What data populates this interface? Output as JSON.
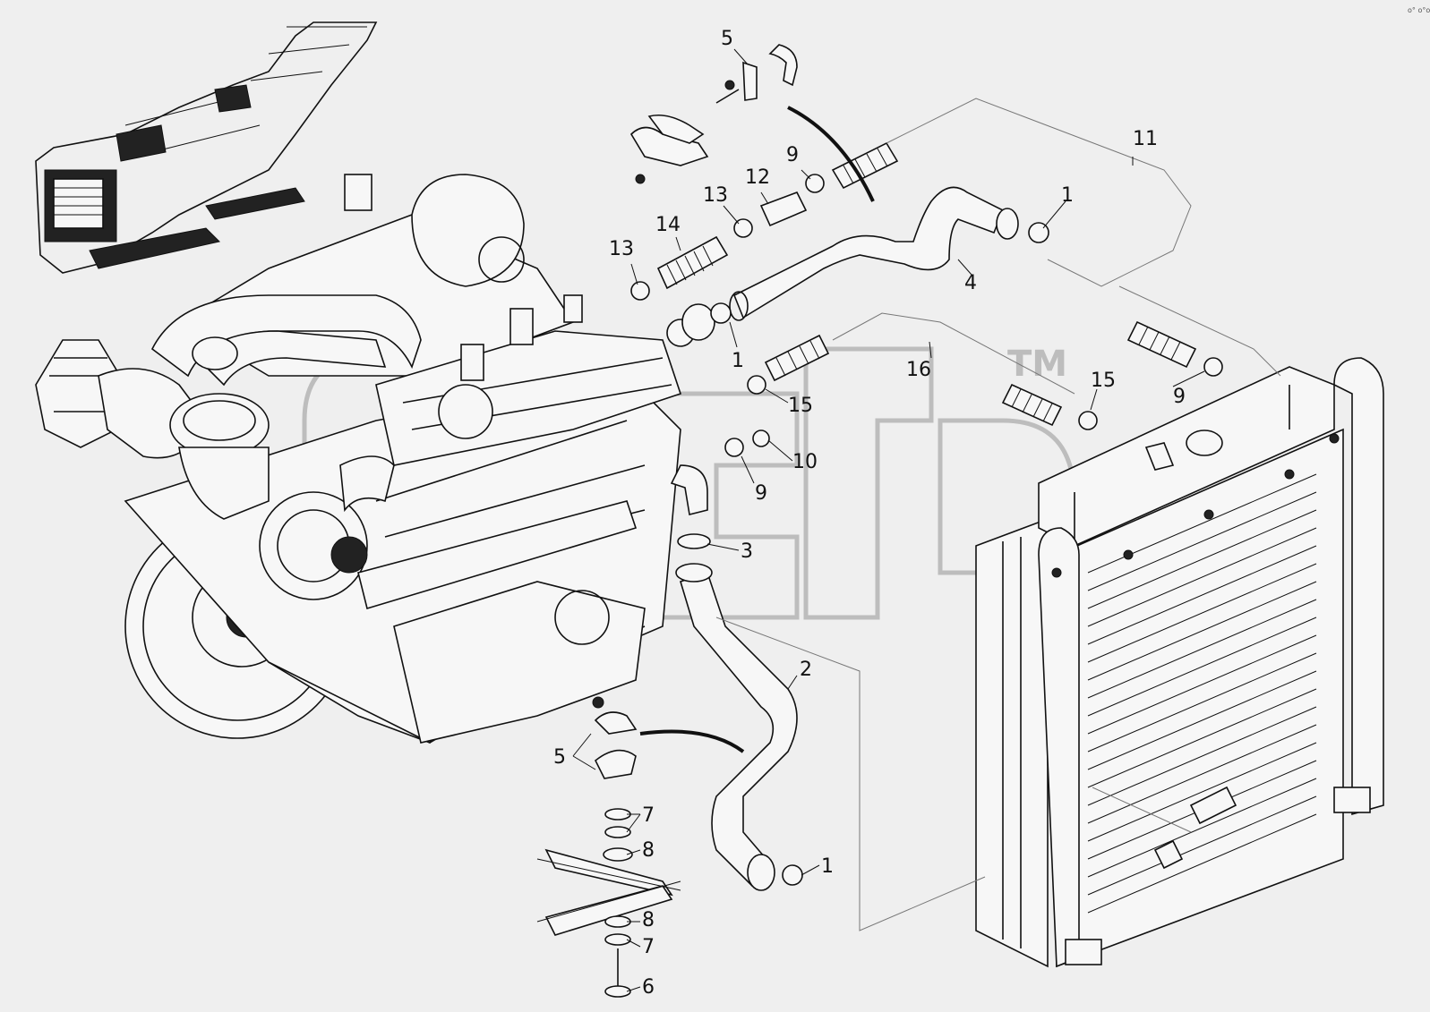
{
  "diagram": {
    "callouts": [
      {
        "id": "c5a",
        "text": "5"
      },
      {
        "id": "c11",
        "text": "11"
      },
      {
        "id": "c9a",
        "text": "9"
      },
      {
        "id": "c12",
        "text": "12"
      },
      {
        "id": "c1a",
        "text": "1"
      },
      {
        "id": "c13a",
        "text": "13"
      },
      {
        "id": "c14",
        "text": "14"
      },
      {
        "id": "c13b",
        "text": "13"
      },
      {
        "id": "c4",
        "text": "4"
      },
      {
        "id": "c1b",
        "text": "1"
      },
      {
        "id": "c16",
        "text": "16"
      },
      {
        "id": "c15a",
        "text": "15"
      },
      {
        "id": "c15b",
        "text": "15"
      },
      {
        "id": "c9b",
        "text": "9"
      },
      {
        "id": "c10",
        "text": "10"
      },
      {
        "id": "c9c",
        "text": "9"
      },
      {
        "id": "c3",
        "text": "3"
      },
      {
        "id": "c2",
        "text": "2"
      },
      {
        "id": "c5b",
        "text": "5"
      },
      {
        "id": "c7a",
        "text": "7"
      },
      {
        "id": "c8a",
        "text": "8"
      },
      {
        "id": "c1c",
        "text": "1"
      },
      {
        "id": "c8b",
        "text": "8"
      },
      {
        "id": "c7b",
        "text": "7"
      },
      {
        "id": "c6",
        "text": "6"
      }
    ],
    "watermark": "TM",
    "colors": {
      "line": "#111111",
      "background": "#efefef",
      "watermark": "#bdbdbd"
    }
  }
}
